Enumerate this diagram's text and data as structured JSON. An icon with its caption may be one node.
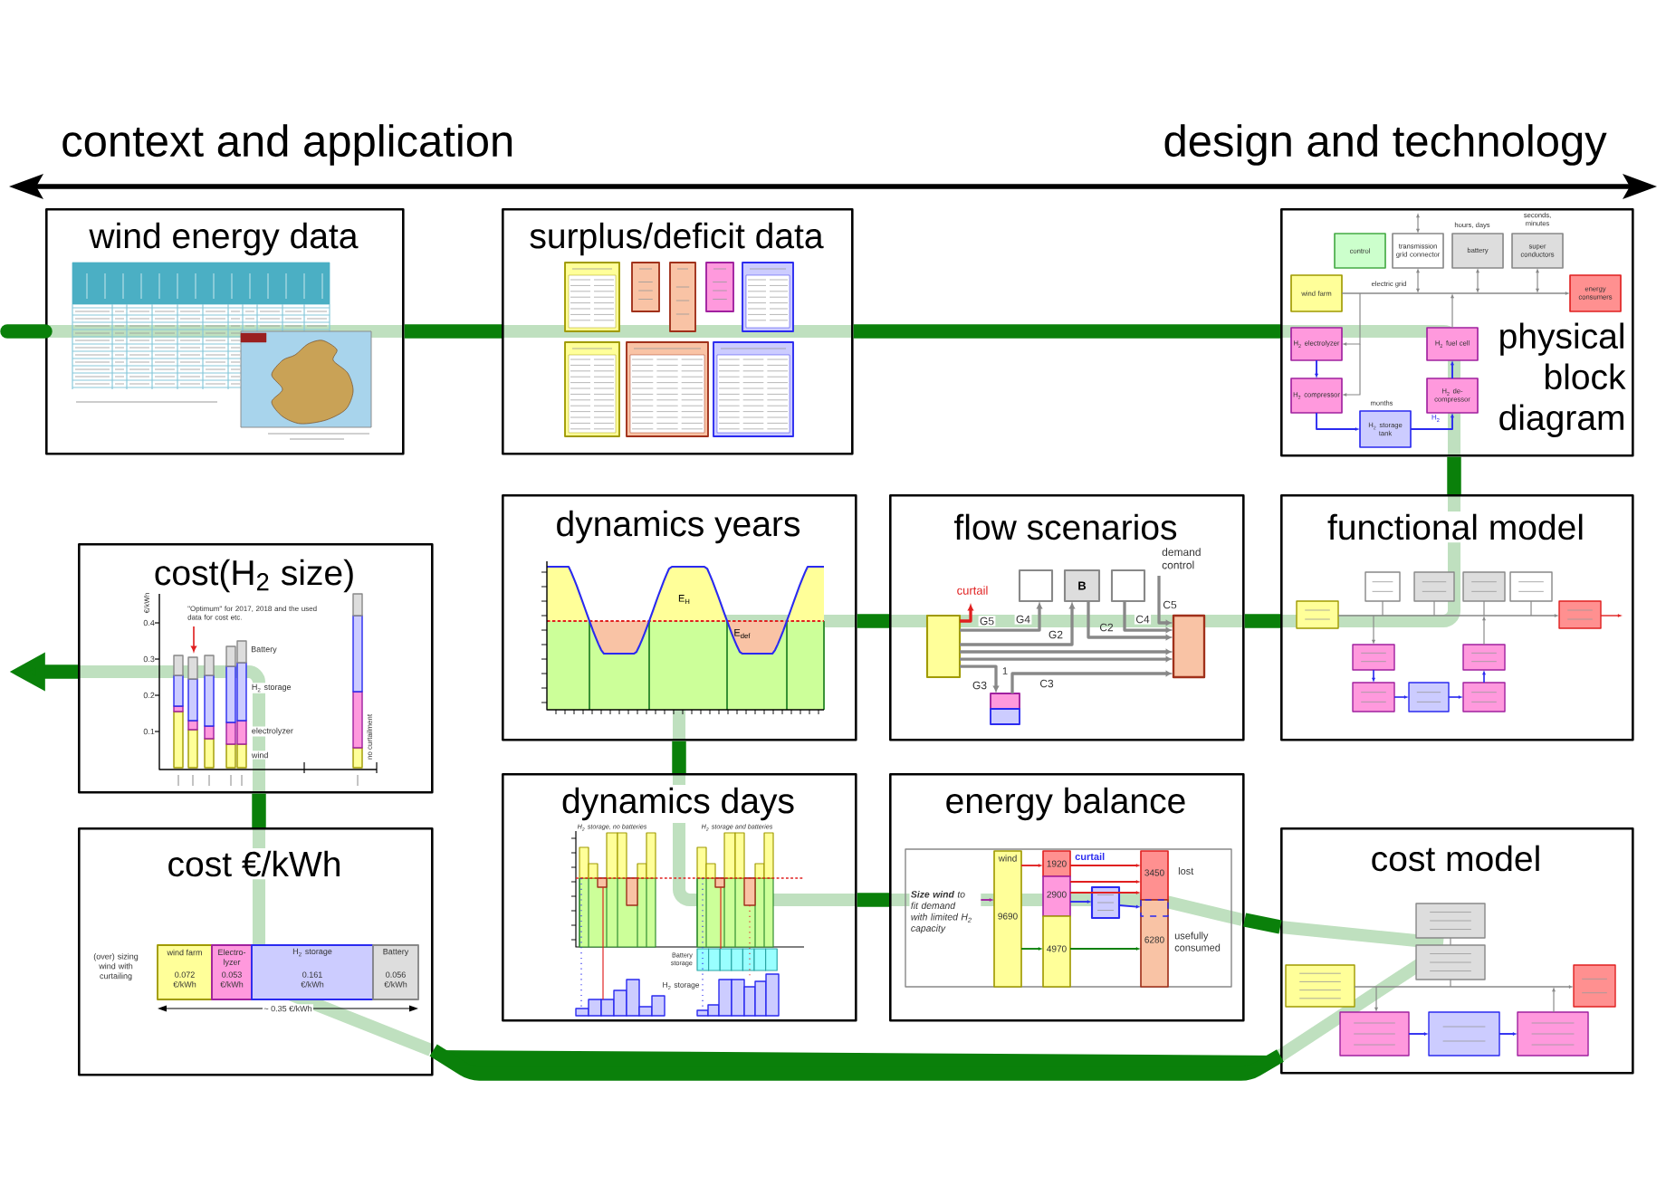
{
  "diagram": {
    "nodes": [
      {
        "text": [
          "wind energy data"
        ]
      },
      {
        "text": [
          "surplus/deficit data"
        ]
      },
      {
        "text": [
          "physical block diagram"
        ]
      },
      {
        "text": [
          "cost(H$_{2}$ size)"
        ]
      },
      {
        "text": [
          "dynamics years"
        ]
      },
      {
        "text": [
          "flow scenarios"
        ]
      },
      {
        "text": [
          "functional model"
        ]
      },
      {
        "text": [
          "cost €/kWh"
        ]
      },
      {
        "text": [
          "dynamics days"
        ]
      },
      {
        "text": [
          "energy balance"
        ]
      },
      {
        "text": [
          "cost model"
        ]
      }
    ],
    "edges": [
      {
        "from": null,
        "to": 0,
        "arrow": "none"
      },
      {
        "from": 0,
        "to": 1,
        "arrow": "none"
      },
      {
        "from": 1,
        "to": 2,
        "arrow": "none"
      },
      {
        "from": 2,
        "to": 6,
        "arrow": "none"
      },
      {
        "from": 6,
        "to": 5,
        "arrow": "none"
      },
      {
        "from": 5,
        "to": 4,
        "arrow": "none"
      },
      {
        "from": 4,
        "to": 8,
        "arrow": "none"
      },
      {
        "from": 8,
        "to": 9,
        "arrow": "none"
      },
      {
        "from": 9,
        "to": 10,
        "arrow": "none"
      },
      {
        "from": 10,
        "to": 7,
        "arrow": "none"
      },
      {
        "from": 7,
        "to": 3,
        "arrow": "none"
      },
      {
        "from": 3,
        "to": null,
        "arrow": "to"
      }
    ],
    "labels": [
      "context and application",
      "design and technology",
      "seconds, minutes",
      "hours, days",
      "control",
      "transmission grid connector",
      "battery",
      "super conductors",
      "electric grid",
      "wind farm",
      "energy consumers",
      "H$_{2}$ electrolyzer",
      "H$_{2}$ fuel cell",
      "H$_{2}$ compressor",
      "H$_{2}$ de-compressor",
      "months",
      "H$_{2}$ storage tank",
      "H$_{2}$",
      "€/kWh",
      "0.4",
      "0.3",
      "0.2",
      "0.1",
      "\"Optimum\" for 2017, 2018 and the used data for cost etc.",
      "Battery",
      "H$_{2}$ storage",
      "electrolyzer",
      "wind",
      "no curtailment",
      "E$_{H}$",
      "E$_{def}$",
      "demand control",
      "B",
      "curtail",
      "C5",
      "G5",
      "G4",
      "C4",
      "G2",
      "C2",
      "1",
      "G3",
      "C3",
      "(over) sizing wind with curtailing",
      "wind farm",
      "Electro- lyzer",
      "H$_{2}$ storage",
      "Battery",
      "0.072 €/kWh",
      "0.053 €/kWh",
      "0.161 €/kWh",
      "0.056 €/kWh",
      "~ 0.35 €/kWh",
      "H$_{2}$ storage, no batteries",
      "H$_{2}$ storage and batteries",
      "Battery storage",
      "H$_{2}$ storage",
      "wind",
      "1920",
      "curtail",
      "3450",
      "lost",
      "2900",
      "**Size wind** to fit demand with limited H$_{2}$ capacity",
      "9690",
      "6280",
      "usefully consumed",
      "4970"
    ]
  }
}
